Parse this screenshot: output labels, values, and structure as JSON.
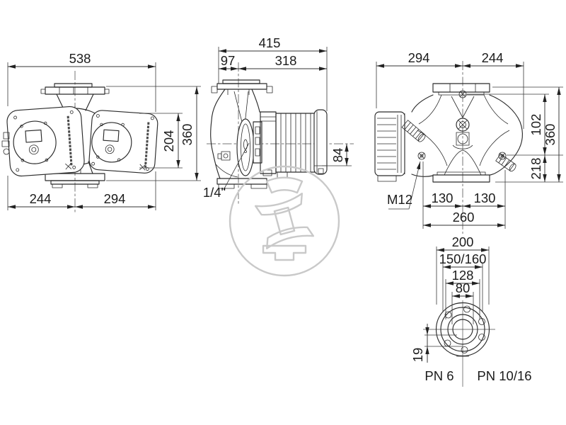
{
  "front_view": {
    "dim_total_width": "538",
    "dim_total_height": "360",
    "dim_head_height": "204",
    "dim_left_of_center": "244",
    "dim_right_of_center": "294"
  },
  "side_view": {
    "dim_total_length": "415",
    "dim_front_length": "97",
    "dim_rear_length": "318",
    "dim_axis_to_bottom": "84",
    "label_drain_plug": "1/4\""
  },
  "rear_view": {
    "dim_left_of_center": "294",
    "dim_right_of_center": "244",
    "dim_upper": "102",
    "dim_total_height": "360",
    "dim_lower": "218",
    "label_bolt": "M12",
    "dim_hole_left": "130",
    "dim_hole_right": "130",
    "dim_hole_span": "260"
  },
  "flange_view": {
    "dim_outer": "200",
    "dim_bolt_circle": "150/160",
    "dim_inner_circle": "128",
    "dim_bore": "80",
    "dim_hole_offset": "19",
    "label_pn_left": "PN 6",
    "label_pn_right": "PN 10/16"
  }
}
